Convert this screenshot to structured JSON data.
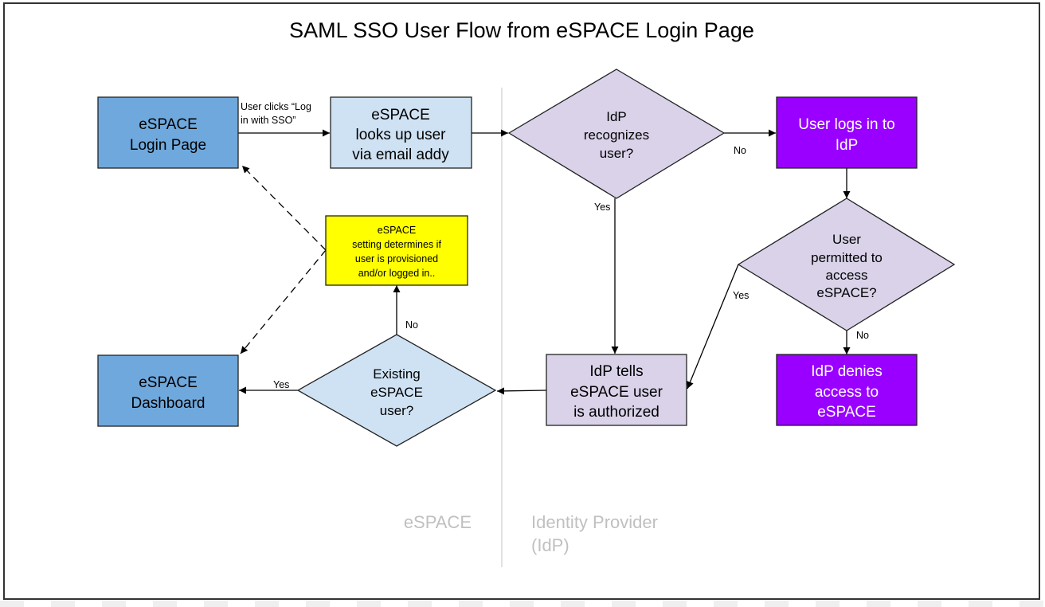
{
  "title": "SAML SSO User Flow from eSPACE Login Page",
  "colors": {
    "espace_dark": "#6fa8dc",
    "espace_light": "#cfe2f3",
    "idp_light": "#d9d2e9",
    "idp_purple": "#9900ff",
    "note_yellow": "#ffff00",
    "swimlane_line": "#d9d9d9",
    "swimlane_label": "#bfbfbf"
  },
  "lanes": {
    "left": "eSPACE",
    "right_line1": "Identity Provider",
    "right_line2": "(IdP)"
  },
  "nodes": {
    "login": [
      "eSPACE",
      "Login Page"
    ],
    "lookup": [
      "eSPACE",
      "looks up user",
      "via email addy"
    ],
    "recognizes": [
      "IdP",
      "recognizes",
      "user?"
    ],
    "user_logs_in": [
      "User logs in to",
      "IdP"
    ],
    "permitted": [
      "User",
      "permitted to",
      "access",
      "eSPACE?"
    ],
    "denies": [
      "IdP denies",
      "access to",
      "eSPACE"
    ],
    "tells": [
      "IdP tells",
      "eSPACE user",
      "is authorized"
    ],
    "existing": [
      "Existing",
      "eSPACE",
      "user?"
    ],
    "setting": [
      "eSPACE",
      "setting determines if",
      "user is provisioned",
      "and/or logged in.."
    ],
    "dashboard": [
      "eSPACE",
      "Dashboard"
    ]
  },
  "edge_labels": {
    "clicks_line1": "User clicks “Log",
    "clicks_line2": "in with SSO”",
    "recognizes_no": "No",
    "recognizes_yes": "Yes",
    "permitted_yes": "Yes",
    "permitted_no": "No",
    "existing_yes": "Yes",
    "existing_no": "No"
  }
}
